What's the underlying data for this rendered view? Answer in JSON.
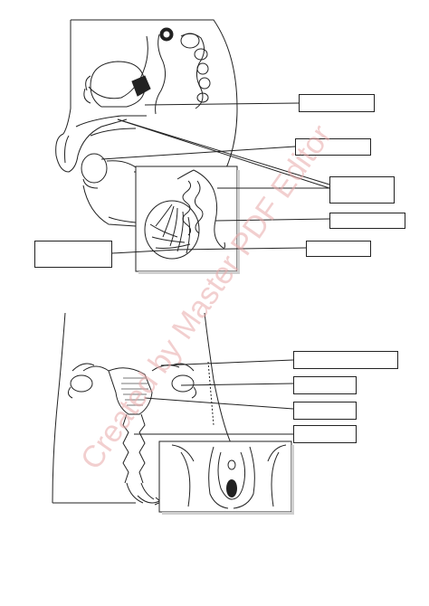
{
  "worksheet": {
    "male_diagram": {
      "label_boxes": [
        {
          "id": "male-label-1",
          "text": ""
        },
        {
          "id": "male-label-2",
          "text": ""
        },
        {
          "id": "male-label-3",
          "text": ""
        },
        {
          "id": "male-label-4",
          "text": ""
        },
        {
          "id": "male-label-5",
          "text": ""
        },
        {
          "id": "male-label-6",
          "text": ""
        }
      ]
    },
    "female_diagram": {
      "label_boxes": [
        {
          "id": "female-label-1",
          "text": ""
        },
        {
          "id": "female-label-2",
          "text": ""
        },
        {
          "id": "female-label-3",
          "text": ""
        },
        {
          "id": "female-label-4",
          "text": ""
        }
      ]
    }
  },
  "watermark": {
    "text": "Created by Master PDF Editor",
    "color": "#e8a9a9"
  },
  "colors": {
    "line": "#222222",
    "background": "#ffffff"
  }
}
